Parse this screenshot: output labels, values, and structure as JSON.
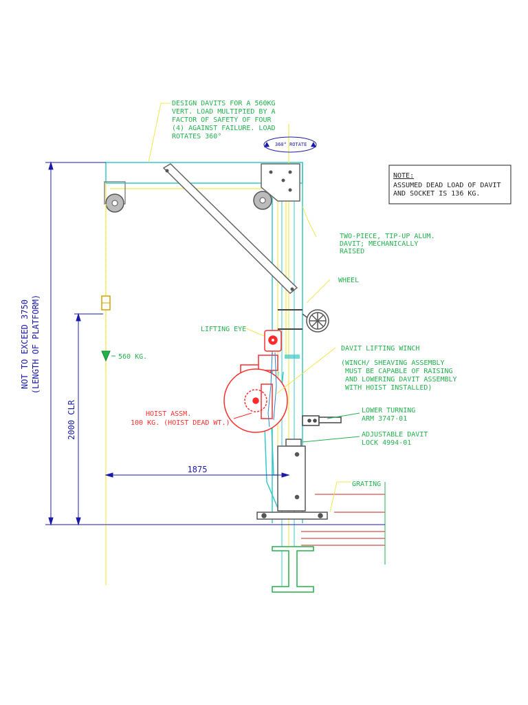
{
  "colors": {
    "cyan": "#33c9c9",
    "yellow": "#f2e84a",
    "green": "#22b14c",
    "red": "#ff2b2b",
    "blue": "#1a1aaa",
    "dark": "#222222"
  },
  "notes": {
    "design_lines": [
      "DESIGN DAVITS FOR A 560KG",
      "VERT. LOAD MULTIPIED BY A",
      "FACTOR OF SAFETY OF FOUR",
      "(4) AGAINST FAILURE. LOAD",
      "ROTATES 360°"
    ],
    "rotate": "360° ROTATE",
    "note_title": "NOTE:",
    "note_lines": [
      "ASSUMED DEAD LOAD OF DAVIT",
      "AND SOCKET IS 136 KG."
    ],
    "two_piece_lines": [
      "TWO-PIECE, TIP-UP ALUM.",
      "DAVIT; MECHANICALLY",
      "RAISED"
    ],
    "wheel": "WHEEL",
    "lifting_eye": "LIFTING EYE",
    "load": "560 KG.",
    "winch_lines": [
      "DAVIT LIFTING WINCH",
      "",
      "(WINCH/ SHEAVING ASSEMBLY",
      " MUST BE CAPABLE OF RAISING",
      " AND LOWERING DAVIT ASSEMBLY",
      " WITH HOIST INSTALLED)"
    ],
    "hoist_lines": [
      "HOIST ASSM.",
      "100 KG. (HOIST DEAD WT.)"
    ],
    "lower_arm_lines": [
      "LOWER TURNING",
      "ARM 3747-01"
    ],
    "lock_lines": [
      "ADJUSTABLE DAVIT",
      "LOCK 4994-01"
    ],
    "grating": "GRATING"
  },
  "dimensions": {
    "total_height_lines": [
      "NOT TO EXCEED 3750",
      "(LENGTH OF PLATFORM)"
    ],
    "clearance": "2000 CLR",
    "reach": "1875"
  }
}
